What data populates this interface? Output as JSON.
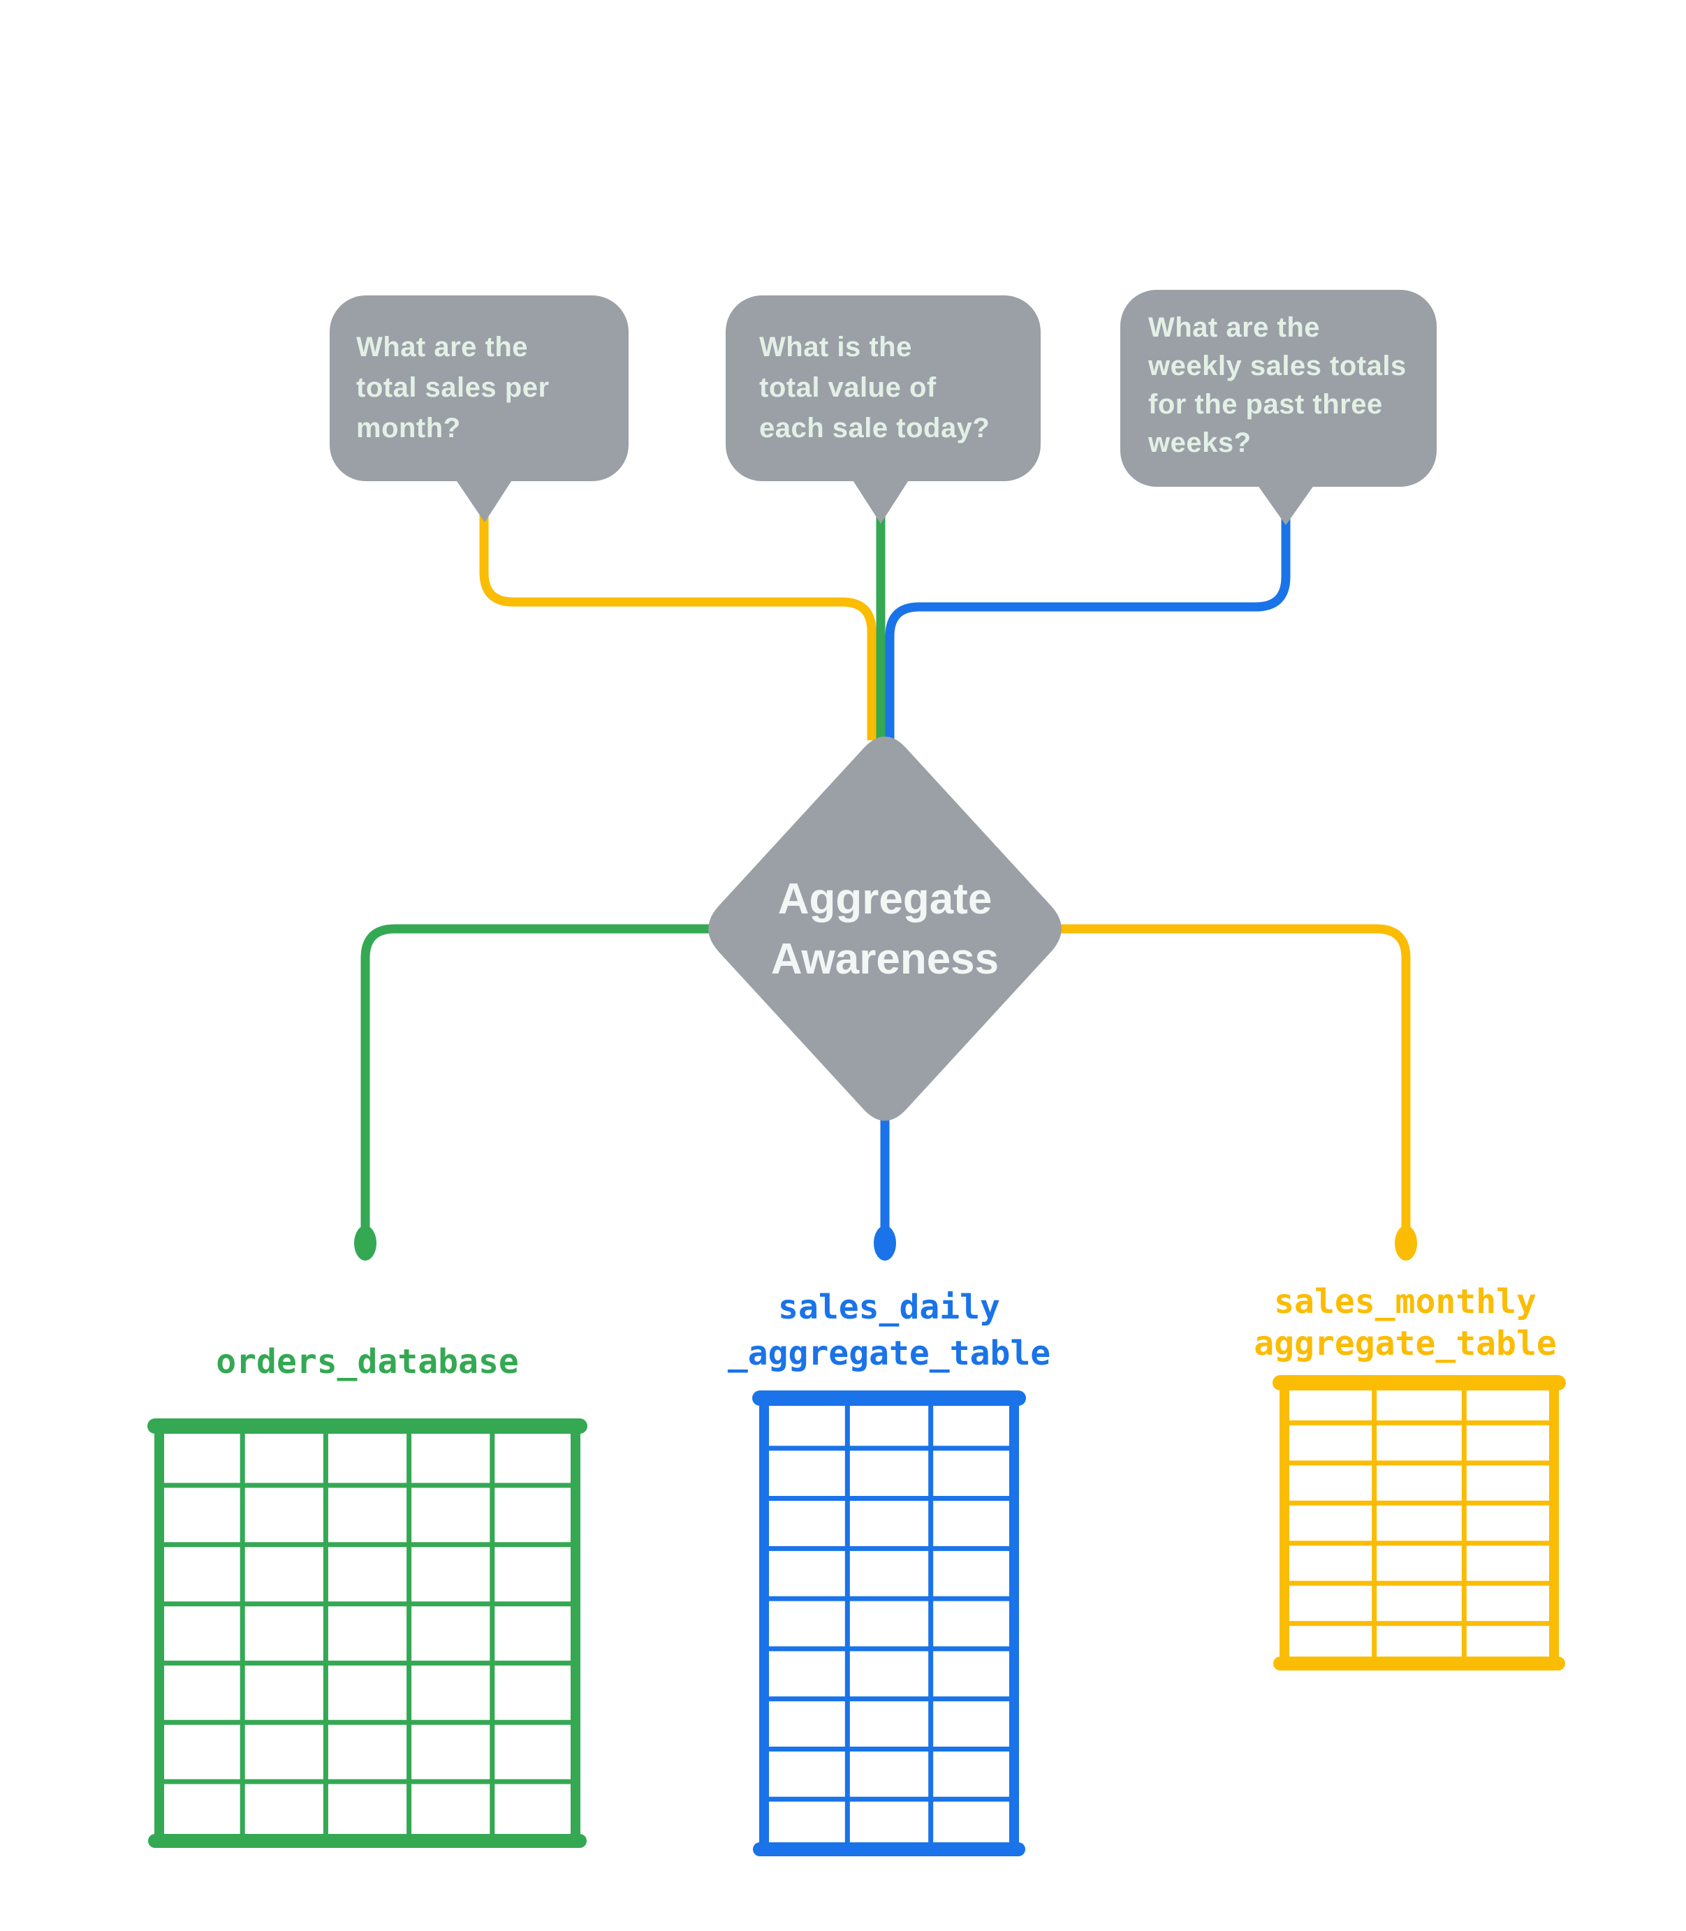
{
  "diagram": {
    "questions": [
      {
        "id": "total-sales-per-month",
        "lines": [
          "What are the",
          "total sales per",
          "month?"
        ],
        "connector_color_name": "yellow"
      },
      {
        "id": "total-value-each-sale-today",
        "lines": [
          "What is the",
          "total value of",
          "each sale today?"
        ],
        "connector_color_name": "green"
      },
      {
        "id": "weekly-sales-totals-past-three-weeks",
        "lines": [
          "What are the",
          "weekly sales totals",
          "for the past three",
          "weeks?"
        ],
        "connector_color_name": "blue"
      }
    ],
    "decision": {
      "label_lines": [
        "Aggregate",
        "Awareness"
      ]
    },
    "tables": [
      {
        "id": "orders-database",
        "label_lines": [
          "orders_database"
        ],
        "color": "#34A853",
        "columns": 5,
        "rows": 7
      },
      {
        "id": "sales-daily-aggregate-table",
        "label_lines": [
          "sales_daily",
          "_aggregate_table"
        ],
        "color": "#1A73E8",
        "columns": 3,
        "rows": 9
      },
      {
        "id": "sales-monthly-aggregate-table",
        "label_lines": [
          "sales_monthly",
          "aggregate_table"
        ],
        "color": "#FBBC04",
        "columns": 3,
        "rows": 7
      }
    ],
    "colors": {
      "gray": "#9AA0A6",
      "green": "#34A853",
      "blue": "#1A73E8",
      "yellow": "#FBBC04",
      "bubble_text": "#E2F0E6",
      "diamond_text": "#F2F6F4"
    }
  }
}
